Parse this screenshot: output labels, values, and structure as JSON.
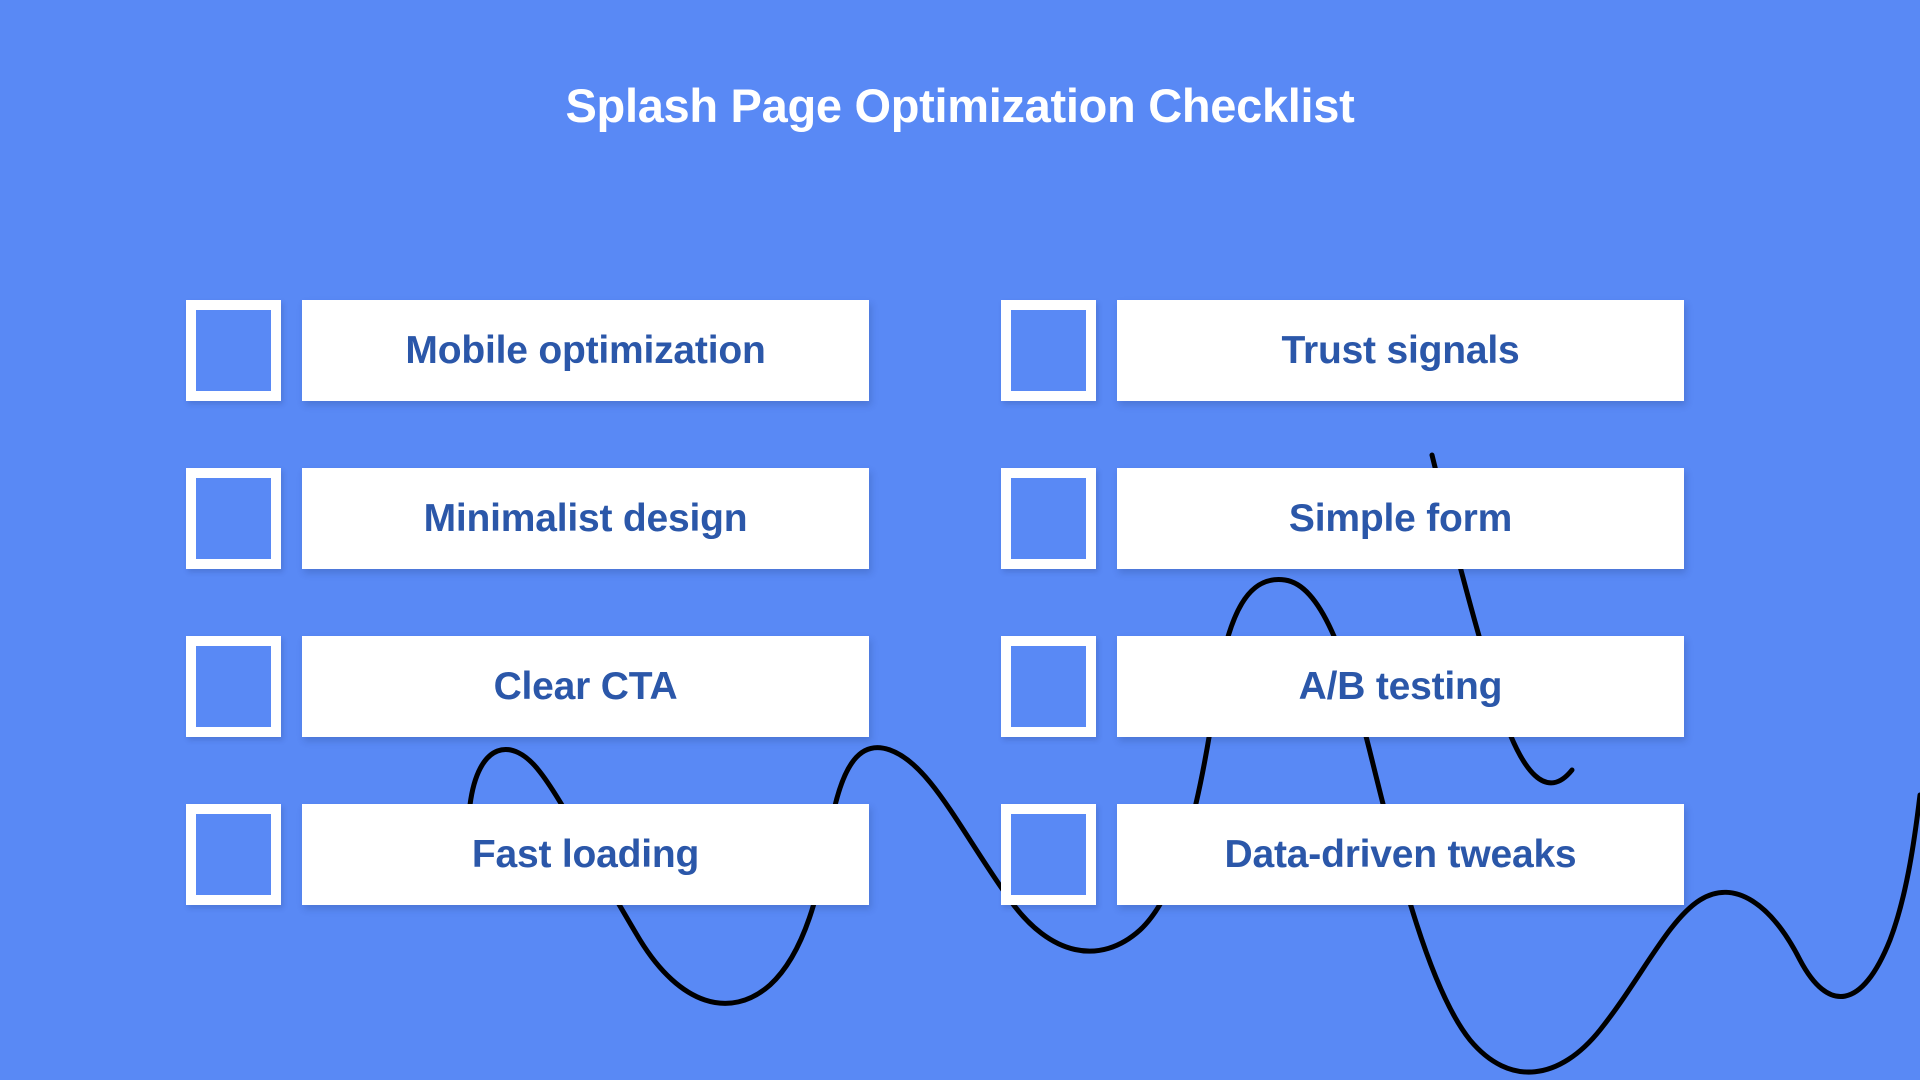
{
  "page": {
    "title": "Splash Page Optimization Checklist",
    "background_color": "#5989f5",
    "title_color": "#ffffff",
    "card_background": "#ffffff",
    "card_text_color": "#2b57a9",
    "accent_line_color": "#000000"
  },
  "checklist": {
    "left_column": [
      {
        "label": "Mobile optimization",
        "checked": false
      },
      {
        "label": "Minimalist design",
        "checked": false
      },
      {
        "label": "Clear CTA",
        "checked": false
      },
      {
        "label": "Fast loading",
        "checked": false
      }
    ],
    "right_column": [
      {
        "label": "Trust signals",
        "checked": false
      },
      {
        "label": "Simple form",
        "checked": false
      },
      {
        "label": "A/B testing",
        "checked": false
      },
      {
        "label": "Data-driven tweaks",
        "checked": false
      }
    ]
  },
  "decoration": {
    "name": "wavy-line",
    "stroke_color": "#000000",
    "stroke_width": 5
  }
}
